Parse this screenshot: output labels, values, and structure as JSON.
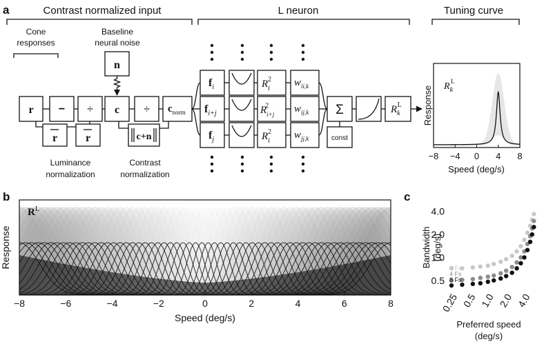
{
  "panel_labels": {
    "a": "a",
    "b": "b",
    "c": "c"
  },
  "section_a": {
    "headers": {
      "input": "Contrast normalized input",
      "neuron": "L neuron",
      "tuning": "Tuning curve"
    },
    "cone_label": [
      "Cone",
      "responses"
    ],
    "noise_label": [
      "Baseline",
      "neural noise"
    ],
    "lum_norm_label": [
      "Luminance",
      "normalization"
    ],
    "con_norm_label": [
      "Contrast",
      "normalization"
    ],
    "boxes": {
      "r": "r",
      "minus": "−",
      "div1": "÷",
      "c": "c",
      "div2": "÷",
      "cnorm": "c",
      "cnorm_sub": "norm",
      "n": "n",
      "rbar1": "r",
      "rbar2": "r",
      "cn": "c+n",
      "f_i": "f",
      "f_i_sub": "i",
      "f_ij": "f",
      "f_ij_sub": "i+j",
      "f_j": "f",
      "f_j_sub": "j",
      "R_i": "R",
      "R_i_sub": "i",
      "R_i_sup": "2",
      "R_ij": "R",
      "R_ij_sub": "i+j",
      "R_ij_sup": "2",
      "R_i2": "R",
      "R_i2_sub": "i",
      "R_i2_sup": "2",
      "w_ii": "w",
      "w_ii_sub": "ii,k",
      "w_ij": "w",
      "w_ij_sub": "ij,k",
      "w_jj": "w",
      "w_jj_sub": "jj,k",
      "sum": "Σ",
      "const": "const",
      "Rk": "R",
      "Rk_sub": "k",
      "Rk_sup": "L"
    },
    "tuning_plot": {
      "ylabel": "Response",
      "xlabel": "Speed (deg/s)",
      "ticks": [
        "−8",
        "−4",
        "0",
        "4",
        "8"
      ],
      "label": "R",
      "label_sub": "k",
      "label_sup": "L"
    }
  },
  "chart_data": [
    {
      "type": "line",
      "panel": "a",
      "ylabel": "Response",
      "xlabel": "Speed (deg/s)",
      "xlim": [
        -8,
        8
      ],
      "xticks": [
        -8,
        -4,
        0,
        4,
        8
      ],
      "peak_speed": 4,
      "series": [
        {
          "name": "R_k^L",
          "peak": 4,
          "width": 0.45
        }
      ]
    },
    {
      "type": "line",
      "panel": "b",
      "title": "R",
      "title_sup": "L",
      "xlabel": "Speed (deg/s)",
      "ylabel": "Response",
      "xlim": [
        -8,
        8
      ],
      "xticks": [
        -8,
        -6,
        -4,
        -2,
        0,
        2,
        4,
        6,
        8
      ],
      "xtick_labels": [
        "−8",
        "−6",
        "−4",
        "−2",
        "0",
        "2",
        "4",
        "6",
        "8"
      ],
      "tuning_curve_count": 60,
      "tuning_curve_range": [
        -8,
        8
      ]
    },
    {
      "type": "scatter",
      "panel": "c",
      "xlabel": "Preferred speed (deg/s)",
      "ylabel": "Bandwidth (deg/s)",
      "xscale": "log",
      "yscale": "log",
      "xticks": [
        0.25,
        0.5,
        1.0,
        2.0,
        4.0
      ],
      "xtick_labels": [
        "0.25",
        "0.5",
        "1.0",
        "2.0",
        "4.0"
      ],
      "yticks": [
        0.5,
        1.0,
        2.0,
        4.0
      ],
      "ytick_labels": [
        "0.5",
        "1.0",
        "2.0",
        "4.0"
      ],
      "series": [
        {
          "name": "2 Fs",
          "color": "#c8c8c8",
          "x": [
            0.2,
            0.3,
            0.45,
            0.6,
            0.8,
            1.0,
            1.3,
            1.6,
            2.0,
            2.4,
            2.8,
            3.2,
            3.6,
            4.0,
            4.3,
            4.6
          ],
          "y": [
            0.72,
            0.72,
            0.74,
            0.76,
            0.78,
            0.82,
            0.88,
            0.95,
            1.05,
            1.2,
            1.4,
            1.7,
            2.1,
            2.6,
            3.1,
            3.7
          ]
        },
        {
          "name": "4 Fs",
          "color": "#8c8c8c",
          "x": [
            0.2,
            0.3,
            0.45,
            0.6,
            0.8,
            1.0,
            1.3,
            1.6,
            2.0,
            2.4,
            2.8,
            3.2,
            3.6,
            4.0,
            4.3,
            4.6
          ],
          "y": [
            0.5,
            0.51,
            0.52,
            0.54,
            0.56,
            0.58,
            0.62,
            0.67,
            0.75,
            0.86,
            1.0,
            1.2,
            1.5,
            1.9,
            2.4,
            3.0
          ]
        },
        {
          "name": "8 Fs",
          "color": "#111111",
          "x": [
            0.2,
            0.3,
            0.45,
            0.6,
            0.8,
            1.0,
            1.3,
            1.6,
            2.0,
            2.4,
            2.8,
            3.2,
            3.6,
            4.0,
            4.3,
            4.6
          ],
          "y": [
            0.43,
            0.44,
            0.45,
            0.46,
            0.48,
            0.5,
            0.53,
            0.57,
            0.63,
            0.72,
            0.84,
            1.0,
            1.25,
            1.6,
            2.0,
            2.5
          ]
        }
      ]
    }
  ]
}
